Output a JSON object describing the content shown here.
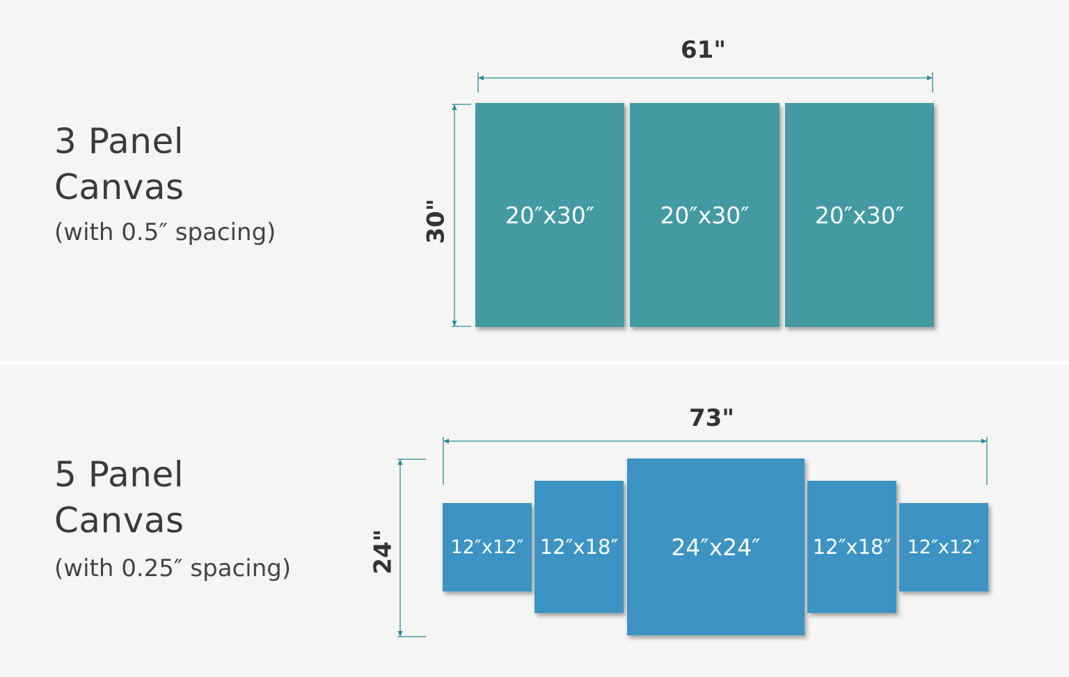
{
  "three_panel": {
    "title_line1": "3 Panel",
    "title_line2": "Canvas",
    "subtitle": "(with 0.5″ spacing)",
    "width_label": "61\"",
    "height_label": "30\"",
    "panels": [
      "20″x30″",
      "20″x30″",
      "20″x30″"
    ],
    "color": "#439aa2"
  },
  "five_panel": {
    "title_line1": "5 Panel",
    "title_line2": "Canvas",
    "subtitle": "(with 0.25″ spacing)",
    "width_label": "73\"",
    "height_label": "24\"",
    "panels": [
      "12″x12″",
      "12″x18″",
      "24″x24″",
      "12″x18″",
      "12″x12″"
    ],
    "color": "#3d93c3"
  },
  "colors": {
    "dimension_line": "#2a8a9a",
    "background": "#f5f5f3",
    "divider": "#ffffff"
  }
}
